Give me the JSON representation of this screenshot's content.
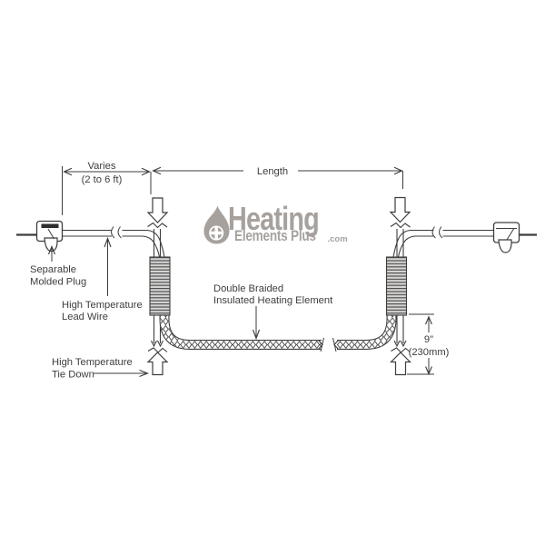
{
  "logo": {
    "brand_word1": "Heating",
    "brand_word2": "Elements Plus",
    "brand_tld": ".com"
  },
  "dimensions": {
    "varies_label": "Varies",
    "varies_range": "(2 to 6 ft)",
    "length_label": "Length",
    "height_value": "9\"",
    "height_metric": "(230mm)"
  },
  "labels": {
    "plug_line1": "Separable",
    "plug_line2": "Molded Plug",
    "lead_line1": "High Temperature",
    "lead_line2": "Lead Wire",
    "tiedown_line1": "High Temperature",
    "tiedown_line2": "Tie Down",
    "element_line1": "Double Braided",
    "element_line2": "Insulated Heating Element"
  },
  "colors": {
    "line": "#3d3d3d",
    "text": "#3d3d3d",
    "logo_gray": "#a7a19e",
    "sleeve_fill": "#d7d5d3",
    "background": "#ffffff"
  }
}
